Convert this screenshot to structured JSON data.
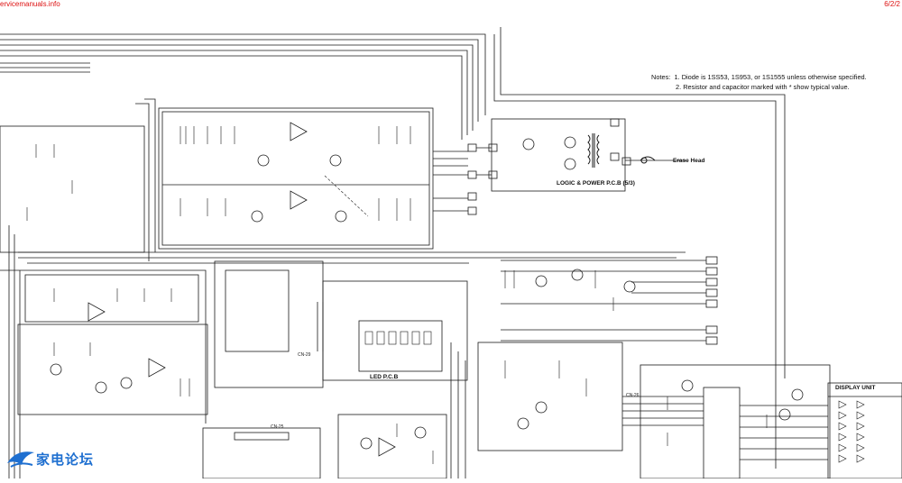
{
  "header": {
    "site": "ervicemanuals.info",
    "date": "6/2/2"
  },
  "notes": {
    "heading": "Notes:",
    "line1": "1. Diode is 1SS53, 1S953, or 1S1555 unless otherwise specified.",
    "line2": "2. Resistor and capacitor marked with * show typical value."
  },
  "labels": {
    "logic_power_pcb": "LOGIC & POWER P.C.B (5/3)",
    "erase_head": "Erase Head",
    "led_pcb": "LED P.C.B",
    "display_unit": "DISPLAY UNIT",
    "cn29": "CN-29",
    "cn25": "CN-25",
    "cn26": "CN-26"
  },
  "watermark": {
    "text": "家电论坛",
    "icon": "bird-logo-icon"
  },
  "colors": {
    "line": "#1a1a1a",
    "paper": "#ffffff",
    "header": "#dd1111",
    "watermark": "#1e6fd0"
  }
}
